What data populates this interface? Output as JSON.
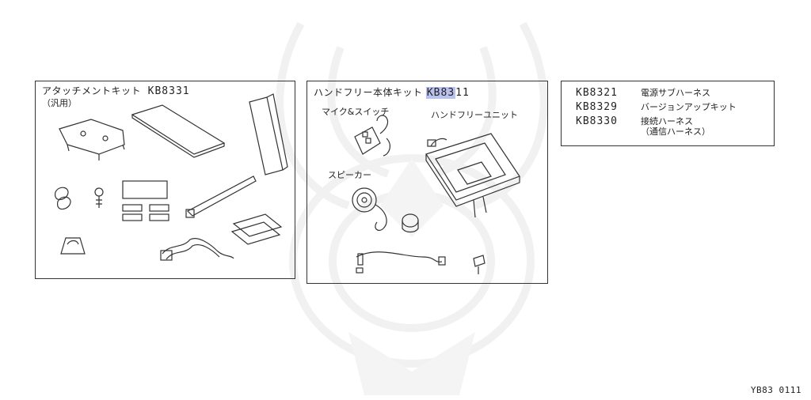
{
  "attachment_kit": {
    "title": "アタッチメントキット",
    "code": "KB8331",
    "subtitle": "（汎用）"
  },
  "handsfree_kit": {
    "title": "ハンドフリー本体キット",
    "code_highlight": "KB83",
    "code_rest": "11",
    "labels": {
      "mic_switch": "マイク&スイッチ",
      "unit": "ハンドフリーユニット",
      "speaker": "スピーカー"
    }
  },
  "parts_list": [
    {
      "code": "KB8321",
      "desc": "電源サブハーネス",
      "desc2": ""
    },
    {
      "code": "KB8329",
      "desc": "バージョンアップキット",
      "desc2": ""
    },
    {
      "code": "KB8330",
      "desc": "接続ハーネス",
      "desc2": "（通信ハーネス）"
    }
  ],
  "footer": "YB83 0111",
  "colors": {
    "line": "#333333",
    "highlight": "#b9c1ef",
    "watermark": "#f2f2f2"
  }
}
